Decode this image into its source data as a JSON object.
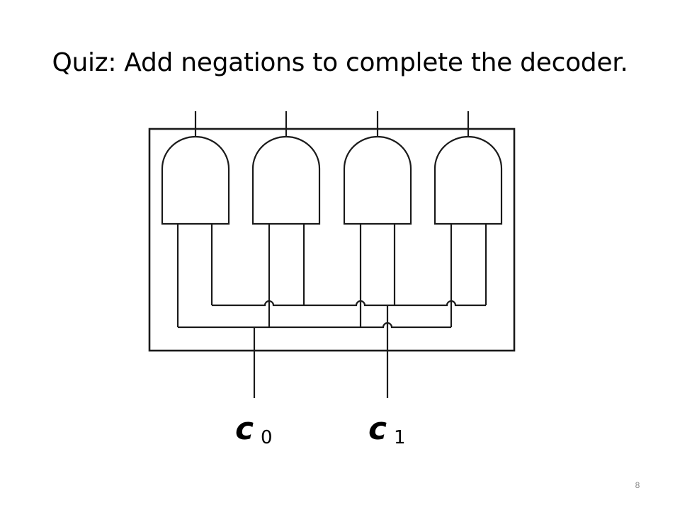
{
  "title": "Quiz:  Add negations to complete the decoder.",
  "inputs": [
    {
      "name": "c",
      "subscript": "0"
    },
    {
      "name": "c",
      "subscript": "1"
    }
  ],
  "gate_count": 4,
  "gate_type": "AND",
  "slide_number": "8"
}
